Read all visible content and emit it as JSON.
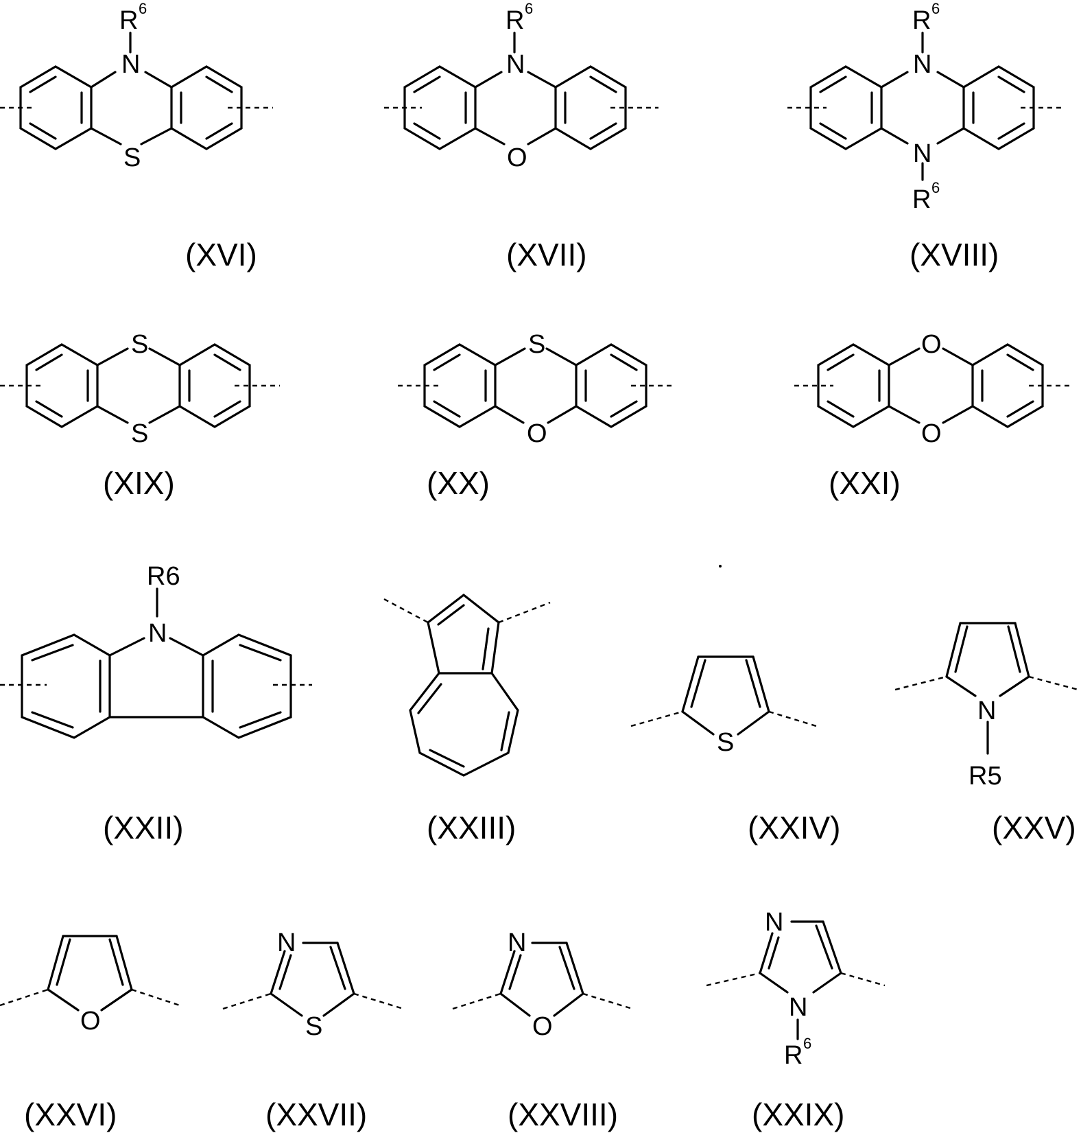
{
  "compounds": [
    {
      "label": "(XVI)",
      "atoms": {
        "N": "N",
        "R": "R",
        "R_sup": "6",
        "S": "S"
      }
    },
    {
      "label": "(XVII)",
      "atoms": {
        "N": "N",
        "R": "R",
        "R_sup": "6",
        "O": "O"
      }
    },
    {
      "label": "(XVIII)",
      "atoms": {
        "N1": "N",
        "N2": "N",
        "R1": "R",
        "R1_sup": "6",
        "R2": "R",
        "R2_sup": "6"
      }
    },
    {
      "label": "(XIX)",
      "atoms": {
        "S1": "S",
        "S2": "S"
      }
    },
    {
      "label": "(XX)",
      "atoms": {
        "S": "S",
        "O": "O"
      }
    },
    {
      "label": "(XXI)",
      "atoms": {
        "O1": "O",
        "O2": "O"
      }
    },
    {
      "label": "(XXII)",
      "atoms": {
        "N": "N",
        "R": "R6"
      }
    },
    {
      "label": "(XXIII)",
      "atoms": {}
    },
    {
      "label": "(XXIV)",
      "atoms": {
        "S": "S"
      }
    },
    {
      "label": "(XXV)",
      "atoms": {
        "N": "N",
        "R": "R5"
      }
    },
    {
      "label": "(XXVI)",
      "atoms": {
        "O": "O"
      }
    },
    {
      "label": "(XXVII)",
      "atoms": {
        "N": "N",
        "S": "S"
      }
    },
    {
      "label": "(XXVIII)",
      "atoms": {
        "N": "N",
        "O": "O"
      }
    },
    {
      "label": "(XXIX)",
      "atoms": {
        "N1": "N",
        "N2": "N",
        "R": "R",
        "R_sup": "6"
      }
    }
  ]
}
